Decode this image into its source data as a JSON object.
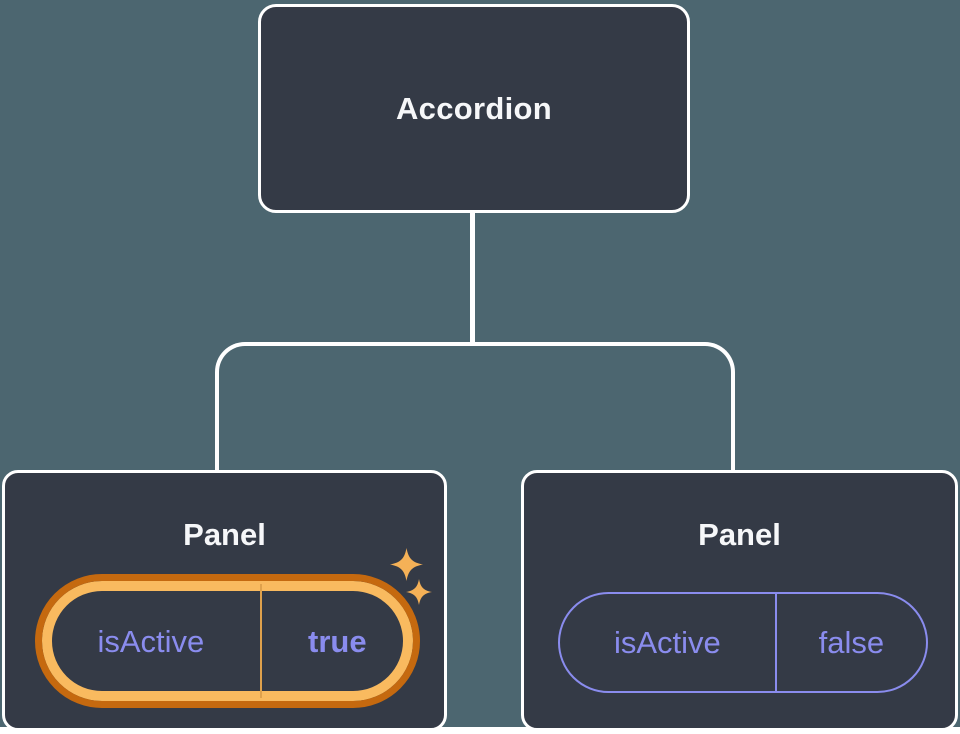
{
  "diagram": {
    "title": "component-tree-with-state",
    "accordion": {
      "label": "Accordion"
    },
    "left_panel": {
      "title": "Panel",
      "state_name": "isActive",
      "state_value": "true",
      "highlighted": true
    },
    "right_panel": {
      "title": "Panel",
      "state_name": "isActive",
      "state_value": "false",
      "highlighted": false
    }
  },
  "icons": {
    "sparkle_large": "sparkle-icon",
    "sparkle_small": "sparkle-icon"
  },
  "colors": {
    "background": "#4C6670",
    "node_fill": "#343A46",
    "node_border": "#FFFFFF",
    "connector": "#FFFFFF",
    "title_text": "#F6F7F9",
    "state_text": "#8A8CEE",
    "highlight_ring_outer": "#C5690F",
    "highlight_ring_inner": "#F9BA5F",
    "highlight_divider": "#DFA14C",
    "sparkle": "#F5B157"
  }
}
